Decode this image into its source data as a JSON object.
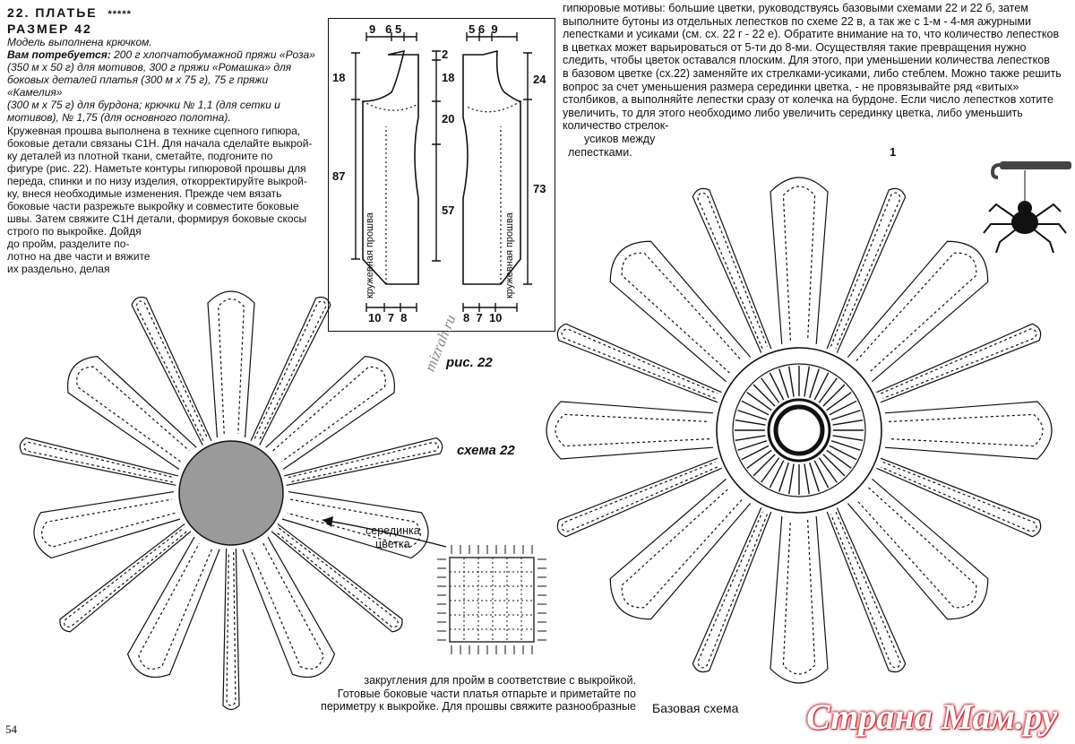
{
  "article": {
    "title": "22. ПЛАТЬЕ",
    "stars": "*****",
    "size_label": "РАЗМЕР 42",
    "subtitle": "Модель выполнена крючком.",
    "needs_label": "Вам потребуется:",
    "needs_lines": [
      " 200 г хлопчатобумажной пряжи «Роза»",
      "(350 м х 50 г) для мотивов, 300 г пряжи «Ромашка» для",
      "боковых деталей платья (300 м х 75 г), 75 г пряжи «Камелия»",
      "(300 м х 75 г) для бурдона; крючки № 1,1 (для сетки и",
      "мотивов), № 1,75 (для основного полотна)."
    ],
    "body_lines": [
      "Кружевная прошва выполнена в технике сцепного гипюра,",
      "боковые детали связаны С1Н. Для начала сделайте выкрой-",
      "ку деталей из плотной ткани, сметайте, подгоните по",
      "фигуре (рис. 22). Наметьте контуры гипюровой прошвы для",
      "переда, спинки и по низу изделия, откорректируйте выкрой-",
      "ку, внеся необходимые изменения. Прежде чем вязать",
      "боковые части разрежьте выкройку и совместите боковые",
      "швы. Затем свяжите С1Н детали, формируя боковые скосы",
      "строго по выкройке. Дойдя",
      "до пройм, разделите по-",
      "лотно на две части и вяжите",
      "их раздельно, делая"
    ],
    "right_lines": [
      "гипюровые мотивы: большие цветки, руководствуясь базовыми схемами 22 и 22 б, затем",
      "выполните бутоны из отдельных лепестков по схеме 22 в, а так же с 1-м - 4-мя ажурными",
      "лепестками и усиками (см. сх. 22 г - 22 е). Обратите внимание на то, что количество лепестков",
      "в цветках может варьироваться от 5-ти до 8-ми. Осуществляя такие превращения нужно",
      "следить, чтобы цветок оставался плоским. Для этого, при уменьшении количества лепестков",
      "в базовом цветке (сх.22) заменяйте их стрелками-усиками, либо стеблем. Можно также решить",
      "вопрос за счет уменьшения размера серединки цветка, - не провязывайте ряд «витых»",
      "столбиков, а выполняйте лепестки сразу от колечка на бурдоне. Если число лепестков хотите",
      "увеличить, то для этого необходимо либо увеличить серединку цветка, либо уменьшить",
      "количество стрелок-",
      "усиков между",
      "лепестками."
    ],
    "bottom_lines": [
      "закругления для пройм в соответствие с выкройкой.",
      "Готовые боковые части платья отпарьте и приметайте по",
      "периметру к выкройке. Для прошвы свяжите разнообразные"
    ],
    "page_number": "54"
  },
  "pattern": {
    "top_left_measures": [
      "9",
      "6",
      "5"
    ],
    "top_right_measures": [
      "5",
      "6",
      "9"
    ],
    "left_side": [
      "18",
      "87"
    ],
    "center_col": [
      "2",
      "18",
      "20",
      "57"
    ],
    "right_side": [
      "24",
      "73"
    ],
    "bottom_left_measures": [
      "10",
      "7",
      "8"
    ],
    "bottom_right_measures": [
      "8",
      "7",
      "10"
    ],
    "lace_label": "кружевная прошва"
  },
  "labels": {
    "fig": "рис. 22",
    "scheme": "схема 22",
    "center_label_1": "серединка",
    "center_label_2": "цветка",
    "base_scheme": "Базовая схема",
    "petal_number": "1",
    "watermark_site": "mizrah.ru",
    "brand": "Страна Мам.ру"
  },
  "colors": {
    "ink": "#111111",
    "center_fill": "#9a9a9a",
    "brand_red": "#c0303a",
    "hook_gray": "#444444"
  }
}
